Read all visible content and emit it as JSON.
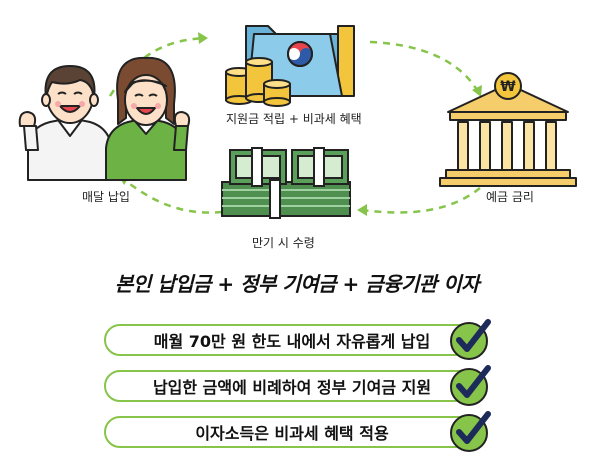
{
  "diagram": {
    "labels": {
      "subsidy": "지원금 적립 + 비과세 혜택",
      "monthly": "매달 납입",
      "interest": "예금 금리",
      "maturity": "만기 시 수령"
    },
    "icons": [
      "people-icon",
      "folder-icon",
      "coins-icon",
      "bank-icon",
      "money-stack-icon",
      "cycle-arrows-icon"
    ],
    "colors": {
      "accent": "#86c44a",
      "folder": "#7ac1e4",
      "coin": "#f3c53c",
      "bank": "#f5cd6a",
      "money": "#5a9a5a"
    }
  },
  "headline": "본인 납입금 + 정부 기여금 + 금융기관 이자",
  "benefits": [
    "매월 70만 원 한도 내에서 자유롭게 납입",
    "납입한 금액에 비례하여 정부 기여금 지원",
    "이자소득은 비과세 혜택 적용"
  ]
}
